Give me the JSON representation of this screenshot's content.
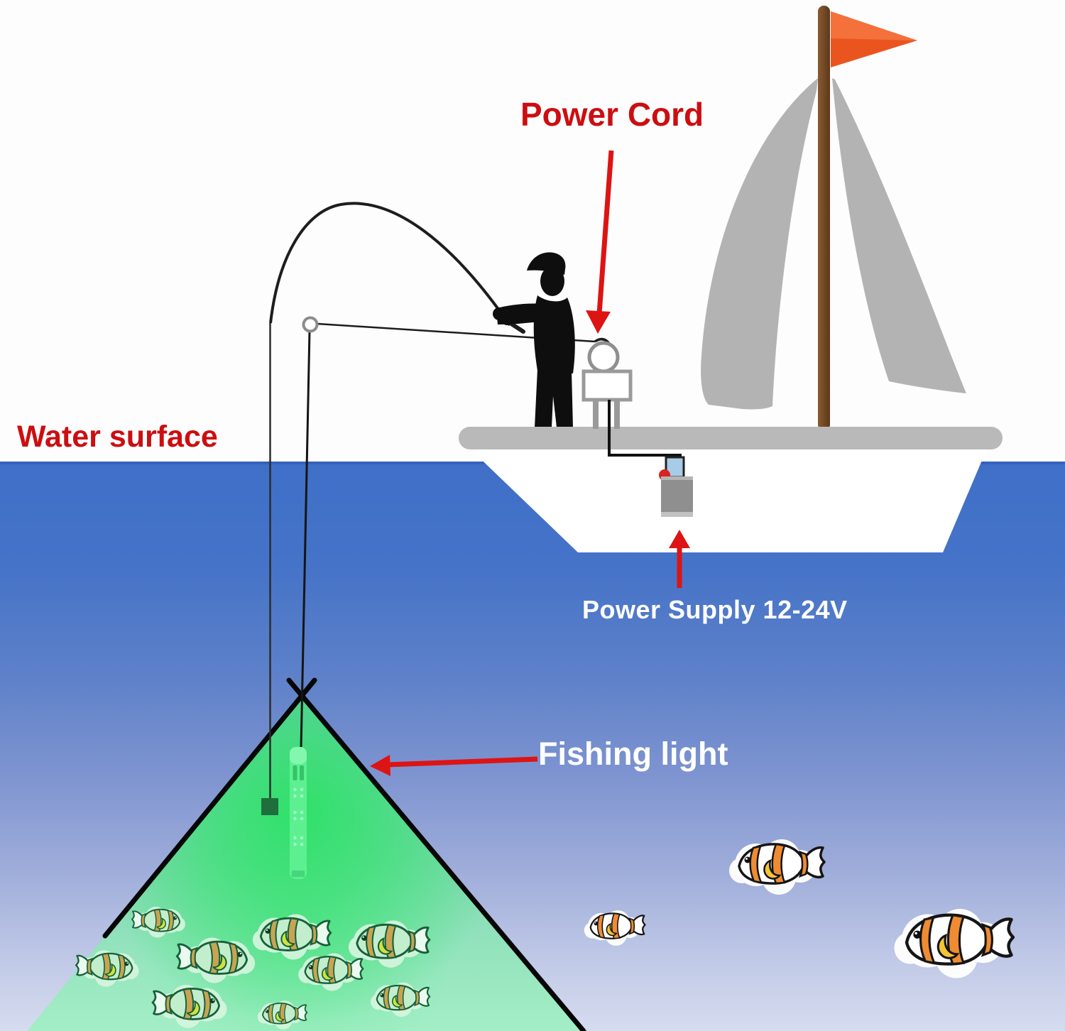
{
  "title": "Underwater fishing light usage diagram",
  "labels": {
    "power_cord": "Power Cord",
    "water_surface": "Water surface",
    "power_supply": "Power Supply 12-24V",
    "fishing_light": "Fishing light"
  },
  "colors": {
    "label_red": "#cc0e11",
    "label_white": "#ffffff",
    "arrow_red": "#dd1414",
    "water_top": "#3f6fc8",
    "water_bottom": "#d6dcef",
    "sky_white": "#fdfdfd",
    "cone_top": "#6fc6b6",
    "cone_bottom": "#a4eec6",
    "glow_green": "#2ce266",
    "lamp_green": "#5cf091",
    "sail_gray": "#b3b3b3",
    "deck_gray": "#b9b9b9",
    "hull_white": "#ffffff",
    "mast_brown": "#7a4c28",
    "flag_orange": "#ea551f",
    "clownfish_orange": "#ef8b33",
    "greenfish_body": "#c2eecd",
    "greenfish_stripe": "#c8a452"
  },
  "scene": {
    "clownfish_count": 3,
    "green_fish_count": 9,
    "lamp_state": "glowing green",
    "power_supply_location": "hull of boat",
    "light_depth": "below water surface"
  }
}
